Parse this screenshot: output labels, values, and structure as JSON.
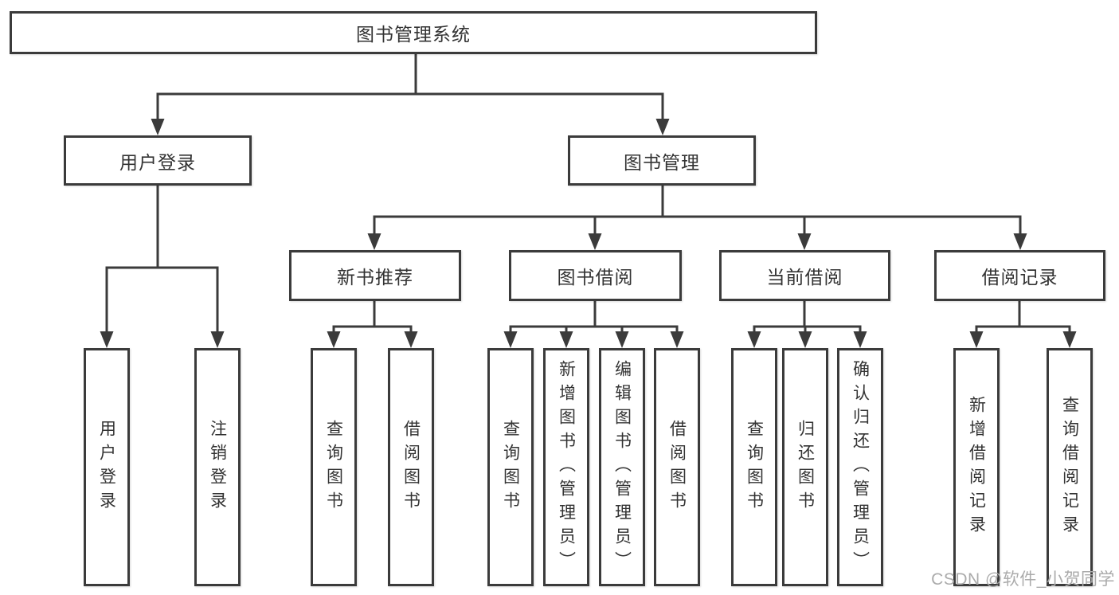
{
  "diagram": {
    "root": "图书管理系统",
    "user_login": {
      "label": "用户登录",
      "children": {
        "login": "用户登录",
        "logout": "注销登录"
      }
    },
    "book_management": {
      "label": "图书管理",
      "sections": {
        "new_books": {
          "label": "新书推荐",
          "children": {
            "query": "查询图书",
            "borrow": "借阅图书"
          }
        },
        "borrowing": {
          "label": "图书借阅",
          "children": {
            "query": "查询图书",
            "add": "新增图书（管理员）",
            "edit": "编辑图书（管理员）",
            "borrow": "借阅图书"
          }
        },
        "current": {
          "label": "当前借阅",
          "children": {
            "query": "查询图书",
            "return": "归还图书",
            "confirm": "确认归还（管理员）"
          }
        },
        "records": {
          "label": "借阅记录",
          "children": {
            "add": "新增借阅记录",
            "query": "查询借阅记录"
          }
        }
      }
    }
  },
  "watermark": "CSDN @软件_小贺同学",
  "colors": {
    "line": "#3b3b3b",
    "text": "#333333",
    "watermark": "#ababab",
    "background": "#ffffff"
  }
}
